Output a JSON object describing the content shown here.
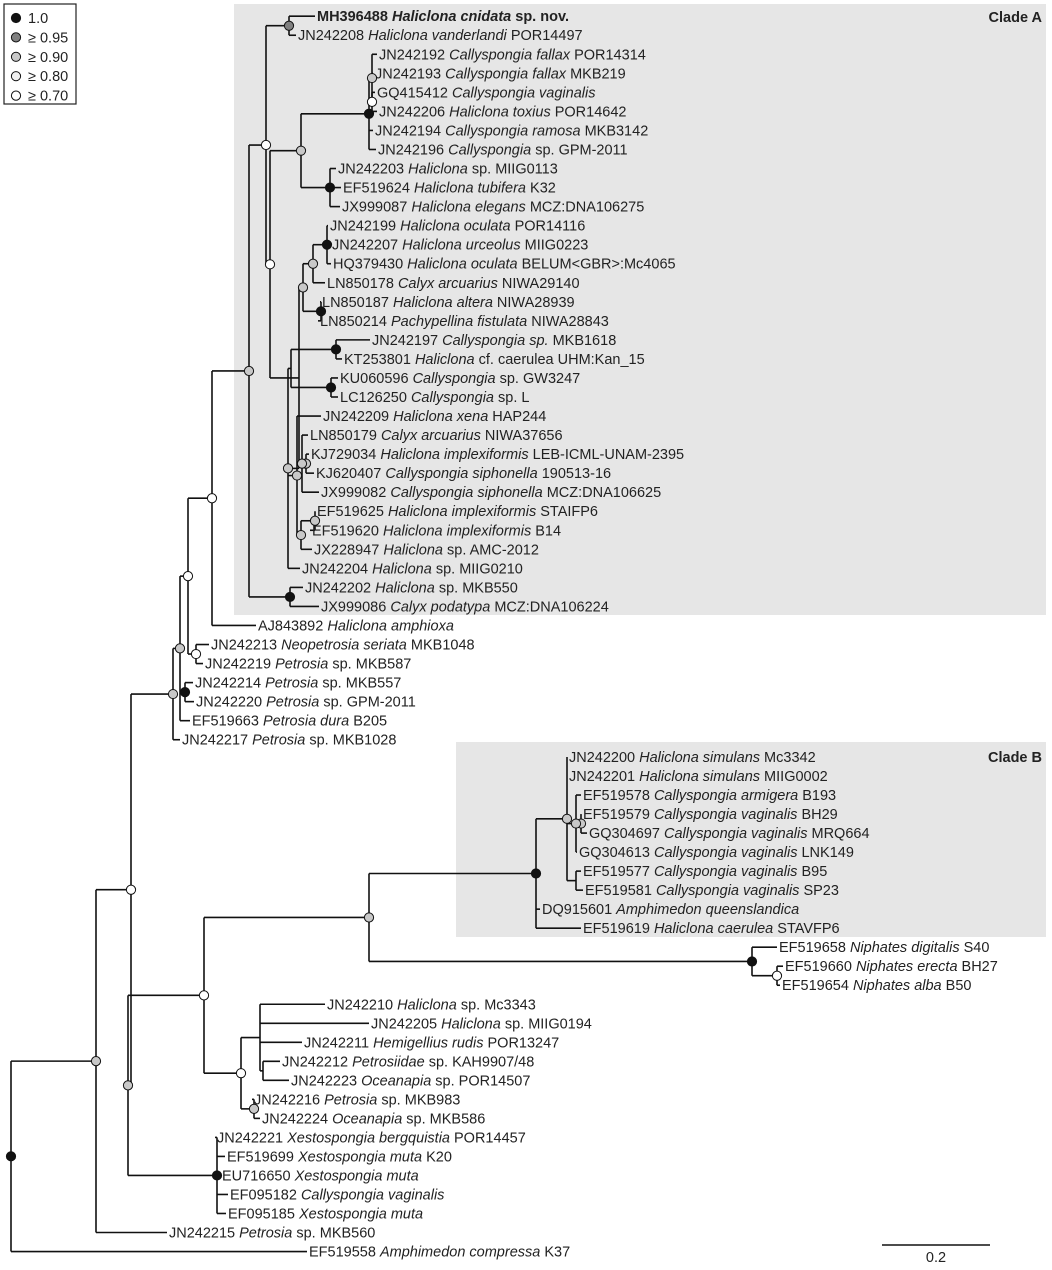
{
  "legend": {
    "items": [
      {
        "label": "1.0",
        "color": "#111111"
      },
      {
        "label": "≥ 0.95",
        "color": "#808080"
      },
      {
        "label": "≥ 0.90",
        "color": "#c8c8c8"
      },
      {
        "label": "≥ 0.80",
        "color": "#f0f0f0"
      },
      {
        "label": "≥ 0.70",
        "color": "#ffffff"
      }
    ]
  },
  "clades": [
    {
      "title": "Clade A"
    },
    {
      "title": "Clade B"
    }
  ],
  "scale_bar": {
    "label": "0.2"
  },
  "taxa": [
    {
      "id": "MH396488",
      "genus": "Haliclona cnidata",
      "suffix": " sp. nov.",
      "bold": true
    },
    {
      "id": "JN242208",
      "genus": "Haliclona vanderlandi",
      "suffix": " POR14497"
    },
    {
      "id": "JN242192",
      "genus": "Callyspongia fallax",
      "suffix": " POR14314"
    },
    {
      "id": "JN242193",
      "genus": "Callyspongia fallax",
      "suffix": " MKB219"
    },
    {
      "id": "GQ415412",
      "genus": "Callyspongia vaginalis",
      "suffix": ""
    },
    {
      "id": "JN242206",
      "genus": "Haliclona toxius",
      "suffix": " POR14642"
    },
    {
      "id": "JN242194",
      "genus": "Callyspongia ramosa",
      "suffix": " MKB3142"
    },
    {
      "id": "JN242196",
      "genus": "Callyspongia",
      "suffix": " sp. GPM-2011"
    },
    {
      "id": "JN242203",
      "genus": "Haliclona",
      "suffix": " sp. MIIG0113"
    },
    {
      "id": "EF519624",
      "genus": "Haliclona tubifera",
      "suffix": " K32"
    },
    {
      "id": "JX999087",
      "genus": "Haliclona elegans",
      "suffix": " MCZ:DNA106275"
    },
    {
      "id": "JN242199",
      "genus": "Haliclona oculata",
      "suffix": " POR14116"
    },
    {
      "id": "JN242207",
      "genus": "Haliclona urceolus",
      "suffix": " MIIG0223"
    },
    {
      "id": "HQ379430",
      "genus": "Haliclona oculata",
      "suffix": " BELUM<GBR>:Mc4065"
    },
    {
      "id": "LN850178",
      "genus": "Calyx arcuarius",
      "suffix": " NIWA29140"
    },
    {
      "id": "LN850187",
      "genus": "Haliclona altera",
      "suffix": " NIWA28939"
    },
    {
      "id": "LN850214",
      "genus": "Pachypellina fistulata",
      "suffix": " NIWA28843"
    },
    {
      "id": "JN242197",
      "genus": "Callyspongia sp.",
      "suffix": " MKB1618"
    },
    {
      "id": "KT253801",
      "genus": "Haliclona",
      "suffix": " cf. caerulea UHM:Kan_15"
    },
    {
      "id": "KU060596",
      "genus": "Callyspongia",
      "suffix": " sp. GW3247"
    },
    {
      "id": "LC126250",
      "genus": "Callyspongia",
      "suffix": " sp. L"
    },
    {
      "id": "JN242209",
      "genus": "Haliclona xena",
      "suffix": " HAP244"
    },
    {
      "id": "LN850179",
      "genus": "Calyx arcuarius",
      "suffix": " NIWA37656"
    },
    {
      "id": "KJ729034",
      "genus": "Haliclona implexiformis",
      "suffix": " LEB-ICML-UNAM-2395"
    },
    {
      "id": "KJ620407",
      "genus": "Callyspongia siphonella",
      "suffix": " 190513-16"
    },
    {
      "id": "JX999082",
      "genus": "Callyspongia siphonella",
      "suffix": " MCZ:DNA106625"
    },
    {
      "id": "EF519625",
      "genus": "Haliclona implexiformis",
      "suffix": " STAIFP6"
    },
    {
      "id": "EF519620",
      "genus": "Haliclona implexiformis",
      "suffix": " B14"
    },
    {
      "id": "JX228947",
      "genus": "Haliclona",
      "suffix": " sp. AMC-2012"
    },
    {
      "id": "JN242204",
      "genus": "Haliclona",
      "suffix": " sp. MIIG0210"
    },
    {
      "id": "JN242202",
      "genus": "Haliclona",
      "suffix": " sp. MKB550"
    },
    {
      "id": "JX999086",
      "genus": "Calyx podatypa",
      "suffix": " MCZ:DNA106224"
    },
    {
      "id": "AJ843892",
      "genus": "Haliclona amphioxa",
      "suffix": ""
    },
    {
      "id": "JN242213",
      "genus": "Neopetrosia seriata",
      "suffix": " MKB1048"
    },
    {
      "id": "JN242219",
      "genus": "Petrosia",
      "suffix": " sp. MKB587"
    },
    {
      "id": "JN242214",
      "genus": "Petrosia",
      "suffix": " sp. MKB557"
    },
    {
      "id": "JN242220",
      "genus": "Petrosia",
      "suffix": " sp. GPM-2011"
    },
    {
      "id": "EF519663",
      "genus": "Petrosia dura",
      "suffix": " B205"
    },
    {
      "id": "JN242217",
      "genus": "Petrosia",
      "suffix": " sp. MKB1028"
    },
    {
      "id": "JN242200",
      "genus": "Haliclona simulans",
      "suffix": " Mc3342"
    },
    {
      "id": "JN242201",
      "genus": "Haliclona simulans",
      "suffix": " MIIG0002"
    },
    {
      "id": "EF519578",
      "genus": "Callyspongia armigera",
      "suffix": " B193"
    },
    {
      "id": "EF519579",
      "genus": "Callyspongia vaginalis",
      "suffix": " BH29"
    },
    {
      "id": "GQ304697",
      "genus": "Callyspongia vaginalis",
      "suffix": " MRQ664"
    },
    {
      "id": "GQ304613",
      "genus": "Callyspongia vaginalis",
      "suffix": " LNK149"
    },
    {
      "id": "EF519577",
      "genus": "Callyspongia vaginalis",
      "suffix": " B95"
    },
    {
      "id": "EF519581",
      "genus": "Callyspongia vaginalis",
      "suffix": " SP23"
    },
    {
      "id": "DQ915601",
      "genus": "Amphimedon queenslandica",
      "suffix": ""
    },
    {
      "id": "EF519619",
      "genus": "Haliclona caerulea",
      "suffix": " STAVFP6"
    },
    {
      "id": "EF519658",
      "genus": "Niphates digitalis",
      "suffix": " S40"
    },
    {
      "id": "EF519660",
      "genus": "Niphates erecta",
      "suffix": " BH27"
    },
    {
      "id": "EF519654",
      "genus": "Niphates alba",
      "suffix": " B50"
    },
    {
      "id": "JN242210",
      "genus": "Haliclona",
      "suffix": " sp. Mc3343"
    },
    {
      "id": "JN242205",
      "genus": "Haliclona",
      "suffix": " sp. MIIG0194"
    },
    {
      "id": "JN242211",
      "genus": "Hemigellius rudis",
      "suffix": " POR13247"
    },
    {
      "id": "JN242212",
      "genus": "Petrosiidae",
      "suffix": " sp. KAH9907/48"
    },
    {
      "id": "JN242223",
      "genus": "Oceanapia",
      "suffix": " sp. POR14507"
    },
    {
      "id": "JN242216",
      "genus": "Petrosia",
      "suffix": " sp. MKB983"
    },
    {
      "id": "JN242224",
      "genus": "Oceanapia",
      "suffix": " sp. MKB586"
    },
    {
      "id": "JN242221",
      "genus": "Xestospongia bergquistia",
      "suffix": " POR14457"
    },
    {
      "id": "EF519699",
      "genus": "Xestospongia muta",
      "suffix": " K20"
    },
    {
      "id": "EU716650",
      "genus": "Xestospongia muta",
      "suffix": ""
    },
    {
      "id": "EF095182",
      "genus": "Callyspongia vaginalis",
      "suffix": ""
    },
    {
      "id": "EF095185",
      "genus": "Xestospongia muta",
      "suffix": ""
    },
    {
      "id": "JN242215",
      "genus": "Petrosia",
      "suffix": " sp. MKB560"
    },
    {
      "id": "EF519558",
      "genus": "Amphimedon compressa",
      "suffix": " K37"
    }
  ]
}
